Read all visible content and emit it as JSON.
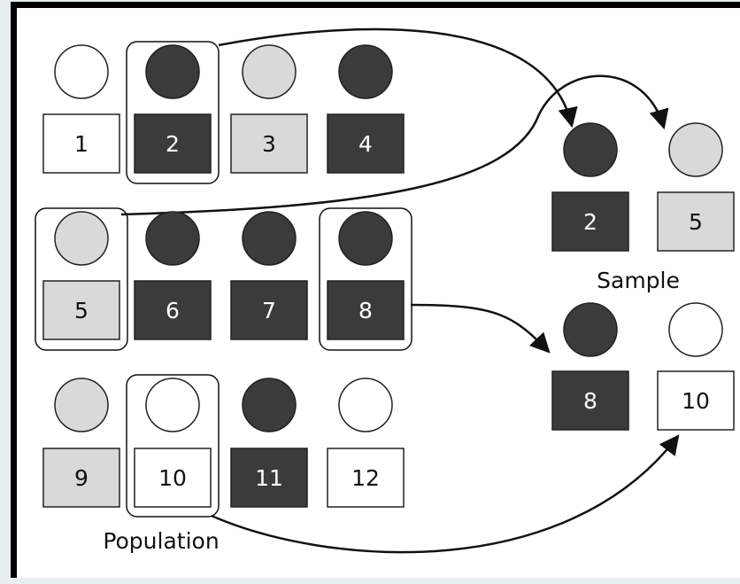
{
  "colors": {
    "white": "#ffffff",
    "light_gray": "#d9d9d9",
    "dark": "#3b3b3b",
    "outline": "#222222"
  },
  "population": {
    "label": "Population",
    "people": [
      {
        "id": "1",
        "shade": "white"
      },
      {
        "id": "2",
        "shade": "dark"
      },
      {
        "id": "3",
        "shade": "light_gray"
      },
      {
        "id": "4",
        "shade": "dark"
      },
      {
        "id": "5",
        "shade": "light_gray"
      },
      {
        "id": "6",
        "shade": "dark"
      },
      {
        "id": "7",
        "shade": "dark"
      },
      {
        "id": "8",
        "shade": "dark"
      },
      {
        "id": "9",
        "shade": "light_gray"
      },
      {
        "id": "10",
        "shade": "white"
      },
      {
        "id": "11",
        "shade": "dark"
      },
      {
        "id": "12",
        "shade": "white"
      }
    ],
    "selected": [
      "2",
      "5",
      "8",
      "10"
    ]
  },
  "sample": {
    "label": "Sample",
    "people": [
      {
        "id": "2",
        "shade": "dark"
      },
      {
        "id": "5",
        "shade": "light_gray"
      },
      {
        "id": "8",
        "shade": "dark"
      },
      {
        "id": "10",
        "shade": "white"
      }
    ]
  }
}
